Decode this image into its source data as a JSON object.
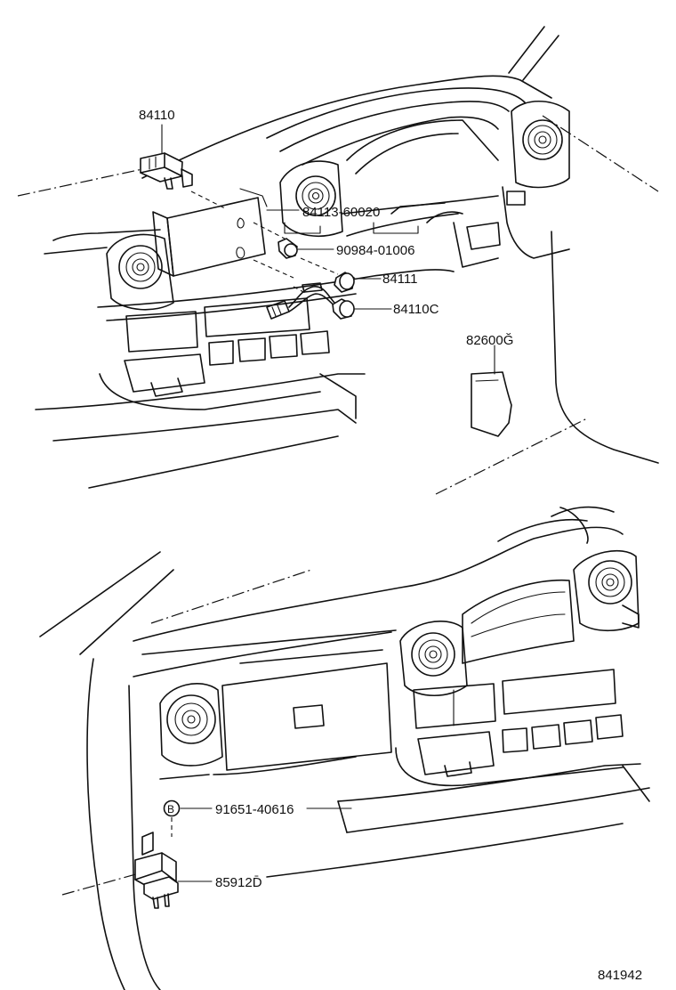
{
  "labels": {
    "p84110": "84110",
    "p84113": "84113-60020",
    "p90984": "90984-01006",
    "p84111": "84111",
    "p84110c": "84110C",
    "p82600g": "82600Ğ",
    "p91651": "91651-40616",
    "p85912d": "85912D̄",
    "bolt_marker": "B"
  },
  "diagram_ref": "841942"
}
